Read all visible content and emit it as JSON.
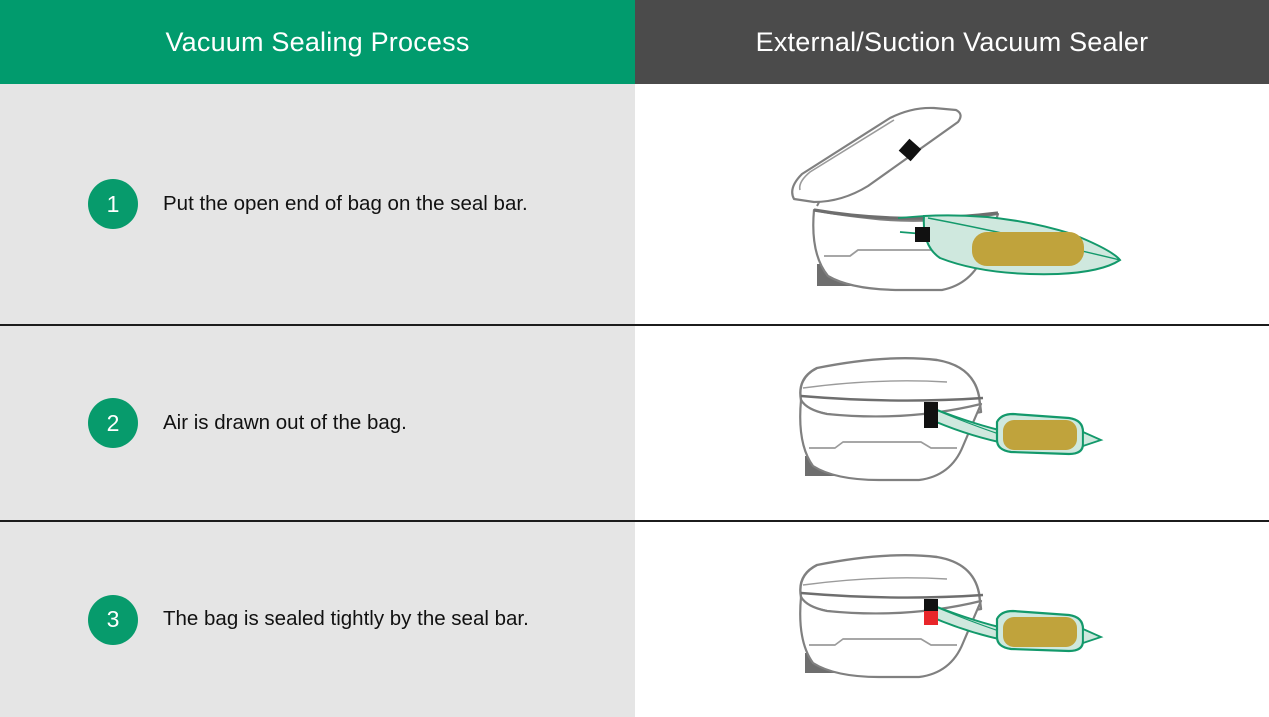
{
  "header": {
    "left_title": "Vacuum Sealing Process",
    "right_title": "External/Suction Vacuum Sealer",
    "left_bg": "#019b6d",
    "right_bg": "#4b4b4b",
    "text_color": "#ffffff"
  },
  "colors": {
    "accent_green": "#019b6d",
    "badge_green": "#079b6c",
    "row_bg": "#e5e5e5",
    "divider": "#1c1c1c",
    "bag_outline": "#13996b",
    "bag_fill": "#cfe8de",
    "food_fill": "#c0a33c",
    "machine_outline": "#808080",
    "machine_shadow": "#6e6e6e",
    "indicator_black": "#111111",
    "indicator_red": "#e8262a"
  },
  "rows": [
    {
      "step": "1",
      "text": "Put the open end of bag on the seal bar.",
      "illustration": "vacuum-sealer-lid-open-bag-inflated",
      "lid_state": "open",
      "indicators": [
        "black-lid-diamond",
        "black-square"
      ],
      "bag_state": "inflated"
    },
    {
      "step": "2",
      "text": "Air is drawn out of the bag.",
      "illustration": "vacuum-sealer-lid-closed-air-drawn-out",
      "lid_state": "closed",
      "indicators": [
        "black-square",
        "black-square"
      ],
      "bag_state": "vacuumed"
    },
    {
      "step": "3",
      "text": "The bag is sealed tightly by the seal bar.",
      "illustration": "vacuum-sealer-lid-closed-sealing",
      "lid_state": "closed",
      "indicators": [
        "black-square",
        "red-square"
      ],
      "bag_state": "sealed"
    }
  ]
}
